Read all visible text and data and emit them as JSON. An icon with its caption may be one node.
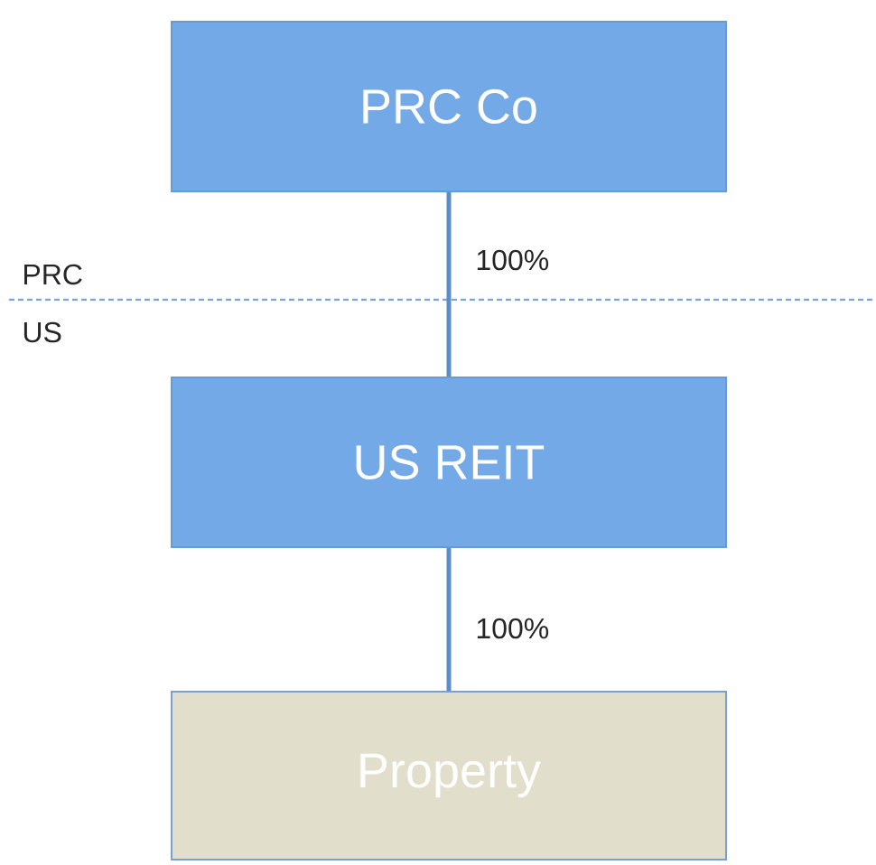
{
  "diagram": {
    "nodes": [
      {
        "text": [
          "PRC Co"
        ]
      },
      {
        "text": [
          "US REIT"
        ]
      },
      {
        "text": [
          "Property"
        ]
      }
    ],
    "edges": [
      {
        "from": 0,
        "to": 1,
        "arrow": "none",
        "label": "100%"
      },
      {
        "from": 1,
        "to": 2,
        "arrow": "none",
        "label": "100%"
      }
    ],
    "labels": [
      "PRC",
      "US"
    ]
  }
}
